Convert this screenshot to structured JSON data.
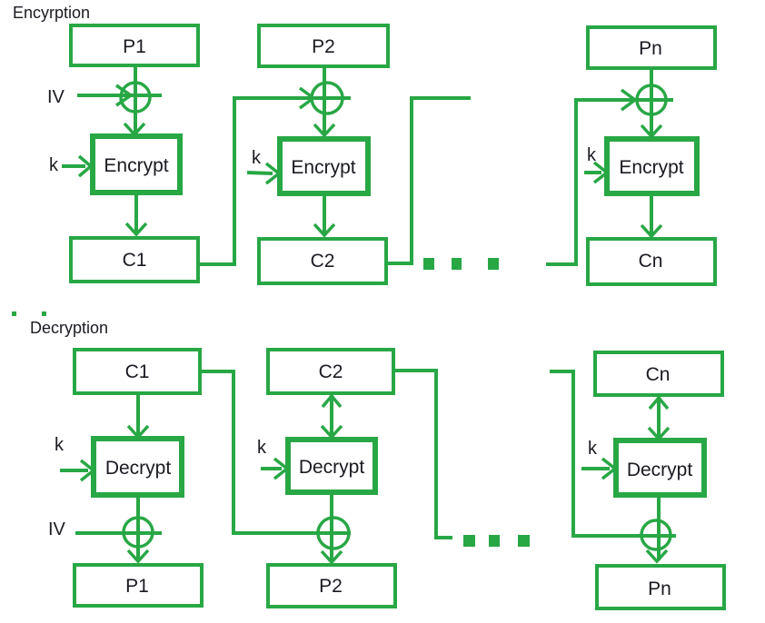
{
  "colors": {
    "line_green": "#28a745",
    "text": "#1a1a22"
  },
  "encryption": {
    "title": "Encyrption",
    "iv_label": "IV",
    "blocks": [
      {
        "plaintext": "P1",
        "key": "k",
        "operation": "Encrypt",
        "ciphertext": "C1"
      },
      {
        "plaintext": "P2",
        "key": "k",
        "operation": "Encrypt",
        "ciphertext": "C2"
      },
      {
        "plaintext": "Pn",
        "key": "k",
        "operation": "Encrypt",
        "ciphertext": "Cn"
      }
    ]
  },
  "decryption": {
    "title": "Decryption",
    "iv_label": "IV",
    "blocks": [
      {
        "ciphertext": "C1",
        "key": "k",
        "operation": "Decrypt",
        "plaintext": "P1"
      },
      {
        "ciphertext": "C2",
        "key": "k",
        "operation": "Decrypt",
        "plaintext": "P2"
      },
      {
        "ciphertext": "Cn",
        "key": "k",
        "operation": "Decrypt",
        "plaintext": "Pn"
      }
    ]
  }
}
